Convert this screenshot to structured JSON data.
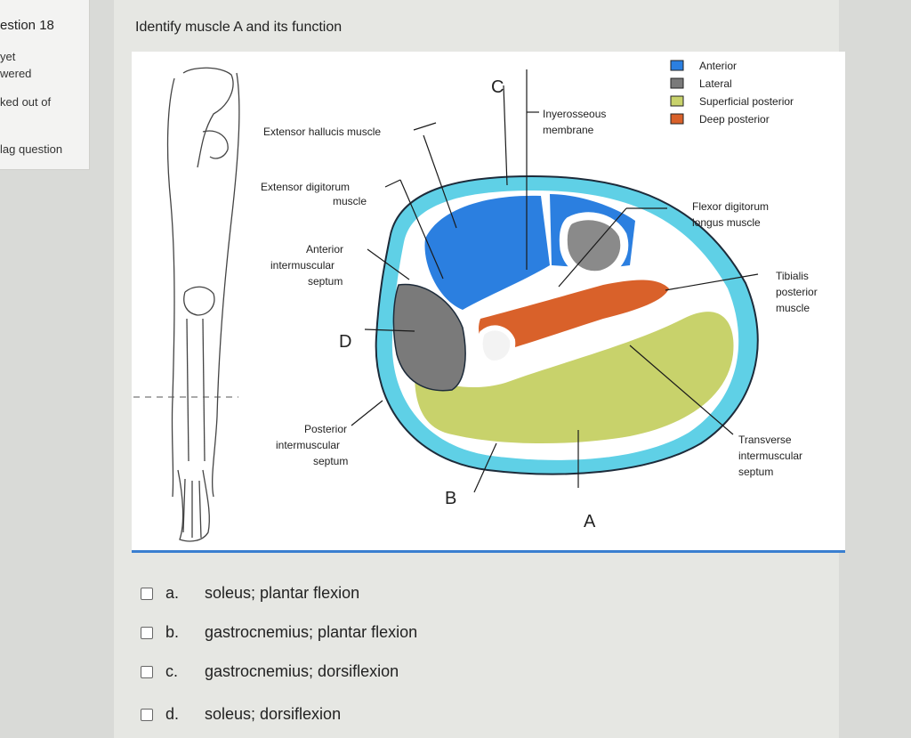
{
  "sidebar": {
    "question_label": "estion 18",
    "status_line1": "yet",
    "status_line2": "wered",
    "marked": "ked out of",
    "flag": "lag question"
  },
  "question": {
    "prompt": "Identify muscle A and its function"
  },
  "figure": {
    "labels": {
      "extensor_hallucis": "Extensor hallucis muscle",
      "extensor_digitorum_1": "Extensor digitorum",
      "extensor_digitorum_2": "muscle",
      "anterior_septum_1": "Anterior",
      "anterior_septum_2": "intermuscular",
      "anterior_septum_3": "septum",
      "interosseous_1": "Inyerosseous",
      "interosseous_2": "membrane",
      "flexor_digitorum_1": "Flexor digitorum",
      "flexor_digitorum_2": "longus muscle",
      "tibialis_1": "Tibialis",
      "tibialis_2": "posterior",
      "tibialis_3": "muscle",
      "posterior_septum_1": "Posterior",
      "posterior_septum_2": "intermuscular",
      "posterior_septum_3": "septum",
      "transverse_1": "Transverse",
      "transverse_2": "intermuscular",
      "transverse_3": "septum",
      "letter_a": "A",
      "letter_b": "B",
      "letter_c": "C",
      "letter_d": "D"
    },
    "legend": [
      {
        "label": "Anterior",
        "color": "#2b7fe0"
      },
      {
        "label": "Lateral",
        "color": "#7a7a7a"
      },
      {
        "label": "Superficial posterior",
        "color": "#c8d26b"
      },
      {
        "label": "Deep posterior",
        "color": "#d9612a"
      }
    ]
  },
  "options": [
    {
      "letter": "a.",
      "text": "soleus; plantar flexion"
    },
    {
      "letter": "b.",
      "text": "gastrocnemius; plantar flexion"
    },
    {
      "letter": "c.",
      "text": "gastrocnemius; dorsiflexion"
    },
    {
      "letter": "d.",
      "text": "soleus; dorsiflexion"
    }
  ]
}
